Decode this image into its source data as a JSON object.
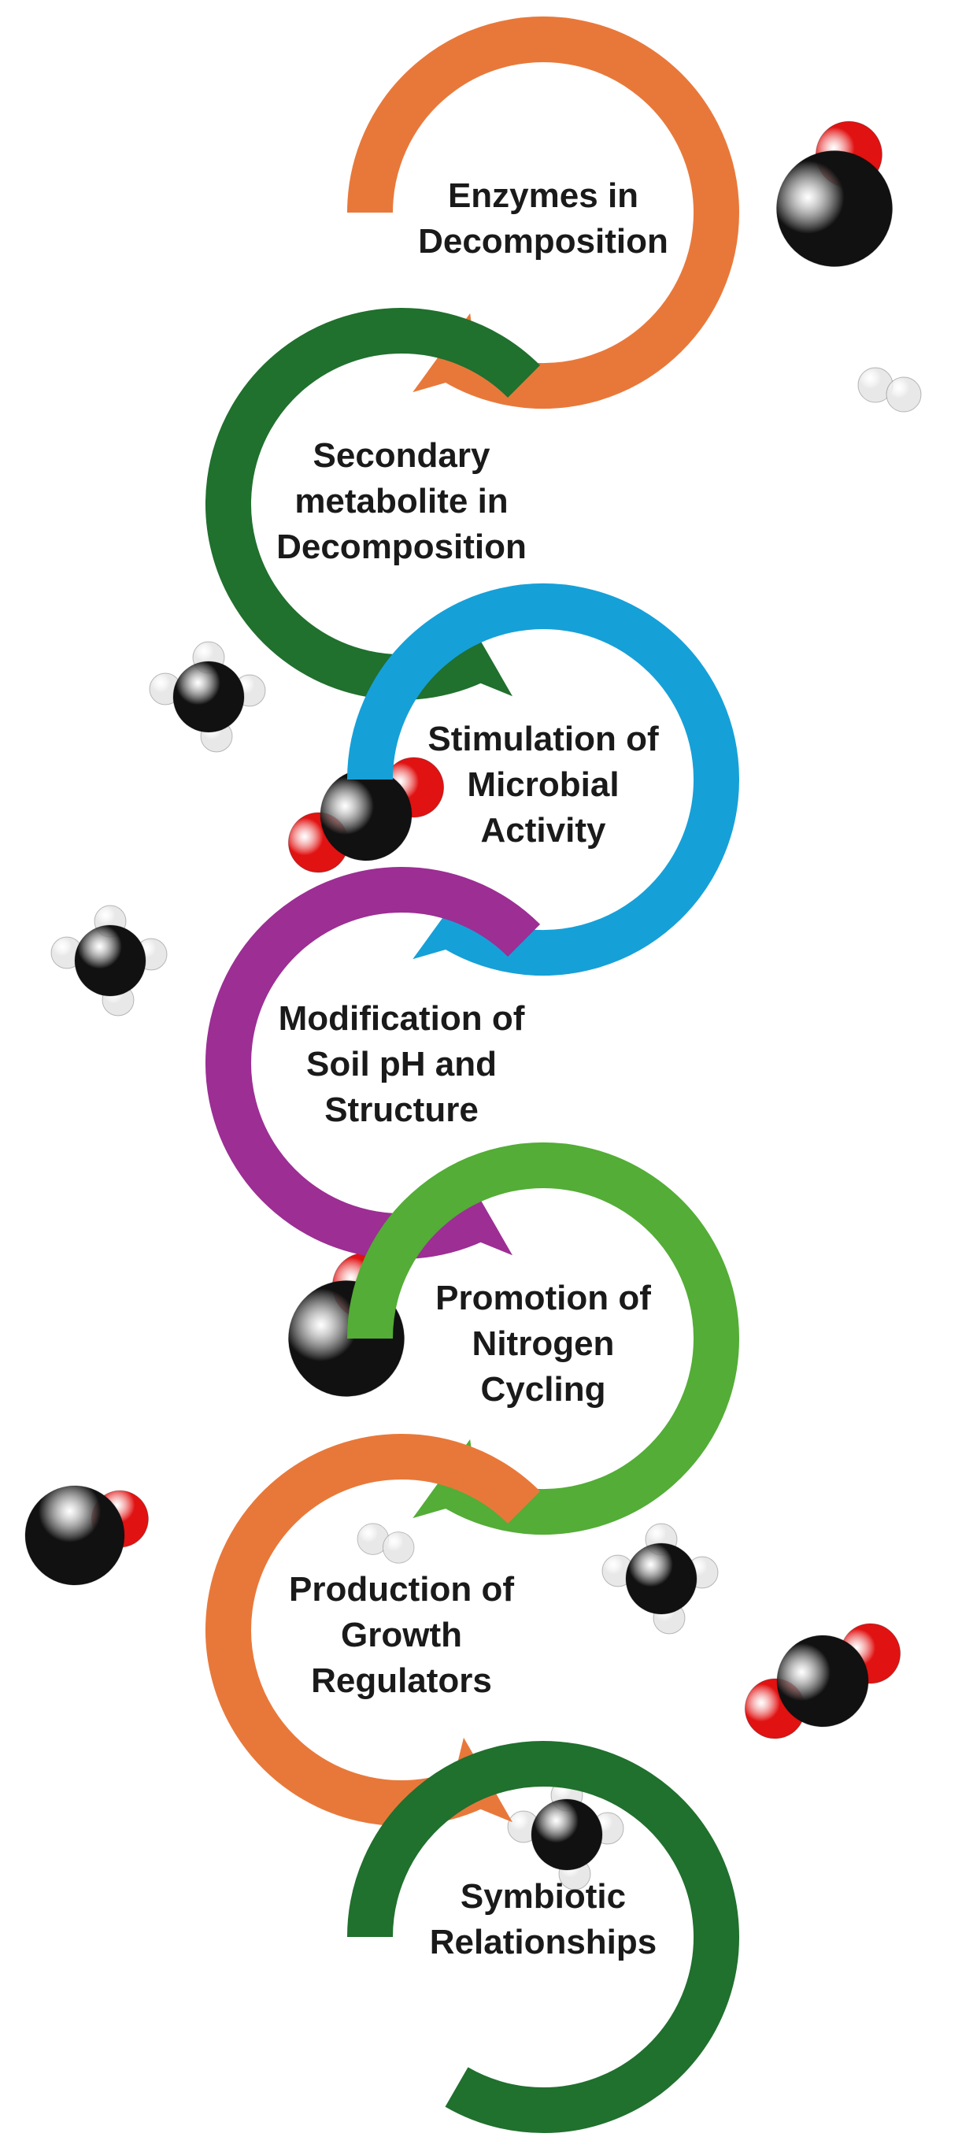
{
  "stages": [
    {
      "label": "Enzymes in\nDecomposition",
      "color": "#E8783A"
    },
    {
      "label": "Secondary\nmetabolite in\nDecomposition",
      "color": "#20702E"
    },
    {
      "label": "Stimulation of\nMicrobial\nActivity",
      "color": "#16A0D8"
    },
    {
      "label": "Modification of\nSoil pH and\nStructure",
      "color": "#9C2E94"
    },
    {
      "label": "Promotion of\nNitrogen\nCycling",
      "color": "#53AD36"
    },
    {
      "label": "Production of\nGrowth\nRegulators",
      "color": "#E8783A"
    },
    {
      "label": "Symbiotic\nRelationships",
      "color": "#20702E"
    }
  ],
  "molecule_colors": {
    "carbon": "#111111",
    "oxygen": "#E11212",
    "hydrogen": "#E8E8E8"
  },
  "molecules": [
    {
      "type": "co2-bent"
    },
    {
      "type": "h2"
    },
    {
      "type": "methane"
    },
    {
      "type": "co2-linear"
    },
    {
      "type": "methane"
    },
    {
      "type": "co2-bent"
    },
    {
      "type": "co2-bent"
    },
    {
      "type": "h2"
    },
    {
      "type": "methane"
    },
    {
      "type": "co2-linear"
    },
    {
      "type": "methane"
    }
  ]
}
